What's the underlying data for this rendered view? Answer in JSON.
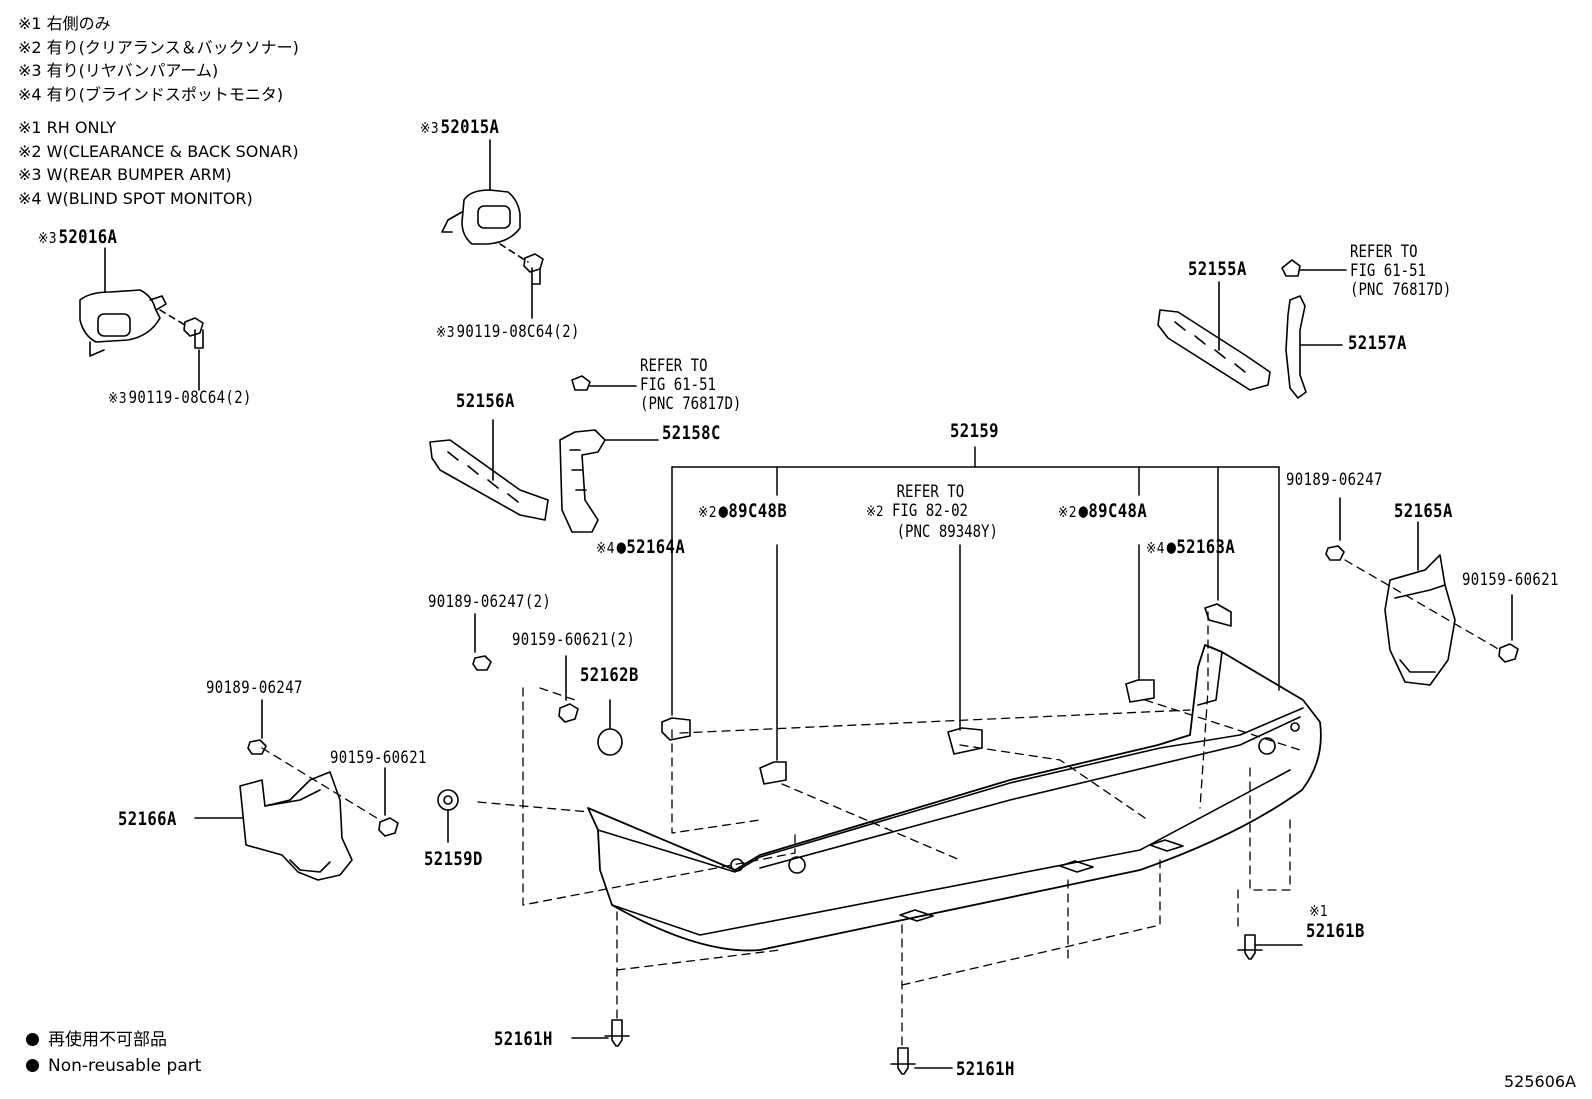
{
  "notes_jp": [
    "※1 右側のみ",
    "※2 有り(クリアランス＆バックソナー)",
    "※3 有り(リヤバンパアーム)",
    "※4 有り(ブラインドスポットモニタ)"
  ],
  "notes_en": [
    "※1 RH ONLY",
    "※2 W(CLEARANCE & BACK SONAR)",
    "※3 W(REAR BUMPER ARM)",
    "※4 W(BLIND SPOT MONITOR)"
  ],
  "parts": {
    "p52016A": {
      "mark": "※3",
      "code": "52016A"
    },
    "p52015A": {
      "mark": "※3",
      "code": "52015A"
    },
    "bolt_left_arm": {
      "mark": "※3",
      "code": "90119-08C64(2)"
    },
    "bolt_right_arm": {
      "mark": "※3",
      "code": "90119-08C64(2)"
    },
    "p52156A": {
      "code": "52156A"
    },
    "p52158C": {
      "code": "52158C"
    },
    "p52155A": {
      "code": "52155A"
    },
    "p52157A": {
      "code": "52157A"
    },
    "p52159": {
      "code": "52159"
    },
    "p89C48B": {
      "mark": "※2",
      "code": "●89C48B"
    },
    "p89C48A": {
      "mark": "※2",
      "code": "●89C48A"
    },
    "p52164A": {
      "mark": "※4",
      "code": "●52164A"
    },
    "p52163A": {
      "mark": "※4",
      "code": "●52163A"
    },
    "p90189_2": {
      "code": "90189-06247(2)"
    },
    "p90159_2": {
      "code": "90159-60621(2)"
    },
    "p52162B": {
      "code": "52162B"
    },
    "p90189_left": {
      "code": "90189-06247"
    },
    "p90159_left": {
      "code": "90159-60621"
    },
    "p52166A": {
      "code": "52166A"
    },
    "p52159D": {
      "code": "52159D"
    },
    "p90189_right": {
      "code": "90189-06247"
    },
    "p52165A": {
      "code": "52165A"
    },
    "p90159_right": {
      "code": "90159-60621"
    },
    "p52161B": {
      "mark": "※1",
      "code": "52161B"
    },
    "p52161H_left": {
      "code": "52161H"
    },
    "p52161H_bottom": {
      "code": "52161H"
    }
  },
  "refs": {
    "ref_left": [
      "REFER TO",
      "FIG 61-51",
      "(PNC 76817D)"
    ],
    "ref_right": [
      "REFER TO",
      "FIG 61-51",
      "(PNC 76817D)"
    ],
    "ref_center": {
      "mark": "※2",
      "lines": [
        "REFER TO",
        "FIG 82-02",
        "(PNC 89348Y)"
      ]
    }
  },
  "legend": [
    "再使用不可部品",
    "Non-reusable part"
  ],
  "doc_number": "525606A"
}
